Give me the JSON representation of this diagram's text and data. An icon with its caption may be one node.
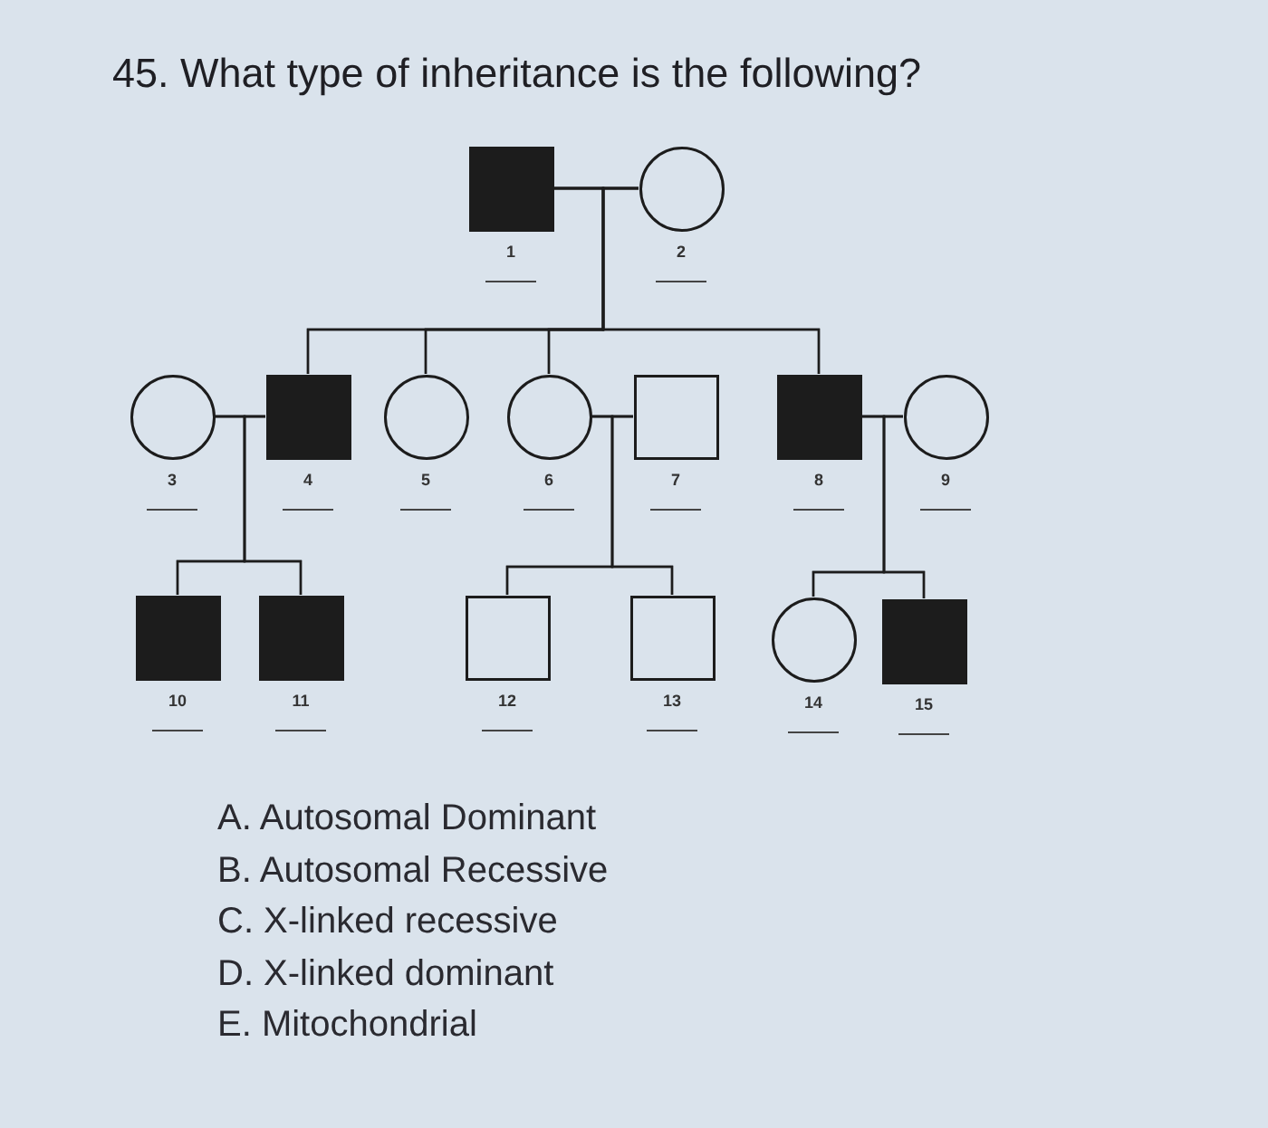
{
  "diagram": {
    "title": "45. What type of inheritance is the following?",
    "nodes": [
      {
        "text": [],
        "shape": "block",
        "beside": [
          "1"
        ]
      },
      {
        "text": [],
        "shape": "circle",
        "beside": [
          "2"
        ]
      },
      {
        "text": [],
        "shape": "circle",
        "beside": [
          "3"
        ]
      },
      {
        "text": [],
        "shape": "block",
        "beside": [
          "4"
        ]
      },
      {
        "text": [],
        "shape": "circle",
        "beside": [
          "5"
        ]
      },
      {
        "text": [],
        "shape": "circle",
        "beside": [
          "6"
        ]
      },
      {
        "text": [],
        "shape": "box",
        "beside": [
          "7"
        ]
      },
      {
        "text": [],
        "shape": "block",
        "beside": [
          "8"
        ]
      },
      {
        "text": [],
        "shape": "circle",
        "beside": [
          "9"
        ]
      },
      {
        "text": [],
        "shape": "block",
        "beside": [
          "10"
        ]
      },
      {
        "text": [],
        "shape": "block",
        "beside": [
          "11"
        ]
      },
      {
        "text": [],
        "shape": "box",
        "beside": [
          "12"
        ]
      },
      {
        "text": [],
        "shape": "box",
        "beside": [
          "13"
        ]
      },
      {
        "text": [],
        "shape": "circle",
        "beside": [
          "14"
        ]
      },
      {
        "text": [],
        "shape": "block",
        "beside": [
          "15"
        ]
      }
    ],
    "edges": [
      {
        "from": 0,
        "to": 1,
        "arrow": "none"
      },
      {
        "from": 0,
        "to": 3,
        "arrow": "none"
      },
      {
        "from": 1,
        "to": 3,
        "arrow": "none"
      },
      {
        "from": 0,
        "to": 4,
        "arrow": "none"
      },
      {
        "from": 1,
        "to": 4,
        "arrow": "none"
      },
      {
        "from": 0,
        "to": 5,
        "arrow": "none"
      },
      {
        "from": 1,
        "to": 5,
        "arrow": "none"
      },
      {
        "from": 0,
        "to": 7,
        "arrow": "none"
      },
      {
        "from": 1,
        "to": 7,
        "arrow": "none"
      },
      {
        "from": 2,
        "to": 3,
        "arrow": "none"
      },
      {
        "from": 5,
        "to": 6,
        "arrow": "none"
      },
      {
        "from": 7,
        "to": 8,
        "arrow": "none"
      },
      {
        "from": 2,
        "to": 9,
        "arrow": "none"
      },
      {
        "from": 3,
        "to": 9,
        "arrow": "none"
      },
      {
        "from": 2,
        "to": 10,
        "arrow": "none"
      },
      {
        "from": 3,
        "to": 10,
        "arrow": "none"
      },
      {
        "from": 5,
        "to": 11,
        "arrow": "none"
      },
      {
        "from": 6,
        "to": 11,
        "arrow": "none"
      },
      {
        "from": 5,
        "to": 12,
        "arrow": "none"
      },
      {
        "from": 6,
        "to": 12,
        "arrow": "none"
      },
      {
        "from": 7,
        "to": 13,
        "arrow": "none"
      },
      {
        "from": 8,
        "to": 13,
        "arrow": "none"
      },
      {
        "from": 7,
        "to": 14,
        "arrow": "none"
      },
      {
        "from": 8,
        "to": 14,
        "arrow": "none"
      }
    ],
    "labels": [
      "A. Autosomal Dominant",
      "B. Autosomal Recessive",
      "C. X-linked recessive",
      "D. X-linked dominant",
      "E. Mitochondrial"
    ]
  }
}
